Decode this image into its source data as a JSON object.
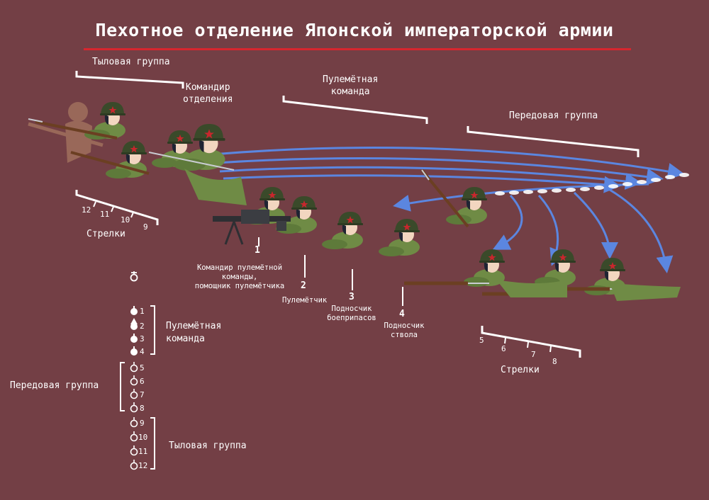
{
  "title": "Пехотное отделение Японской императорской армии",
  "colors": {
    "background": "#733f45",
    "title_underline": "#d8262e",
    "arrows": "#5b86e0",
    "text": "#ffffff",
    "uniform": "#6f8b45",
    "helmet": "#3a4a2a"
  },
  "groups": {
    "rear": "Тыловая группа",
    "commander": "Командир\nотделения",
    "mg_team": "Пулемётная\nкоманда",
    "forward": "Передовая группа"
  },
  "riflemen_rear": {
    "label": "Стрелки",
    "numbers": [
      "12",
      "11",
      "10",
      "9"
    ]
  },
  "riflemen_forward": {
    "label": "Стрелки",
    "numbers": [
      "5",
      "6",
      "7",
      "8"
    ]
  },
  "mg_roles": [
    {
      "num": "1",
      "label": "Командир пулемётной\nкоманды,\nпомощник пулемётчика"
    },
    {
      "num": "2",
      "label": "Пулемётчик"
    },
    {
      "num": "3",
      "label": "Подносчик\nбоеприпасов"
    },
    {
      "num": "4",
      "label": "Подносчик\nствола"
    }
  ],
  "legend": {
    "mg_team": "Пулемётная\nкоманда",
    "forward": "Передовая группа",
    "rear": "Тыловая группа",
    "numbers": [
      "1",
      "2",
      "3",
      "4",
      "5",
      "6",
      "7",
      "8",
      "9",
      "10",
      "11",
      "12"
    ]
  },
  "icons": [
    "commander-marker-icon",
    "soldier-marker-icon",
    "formation-arrow-icon"
  ]
}
